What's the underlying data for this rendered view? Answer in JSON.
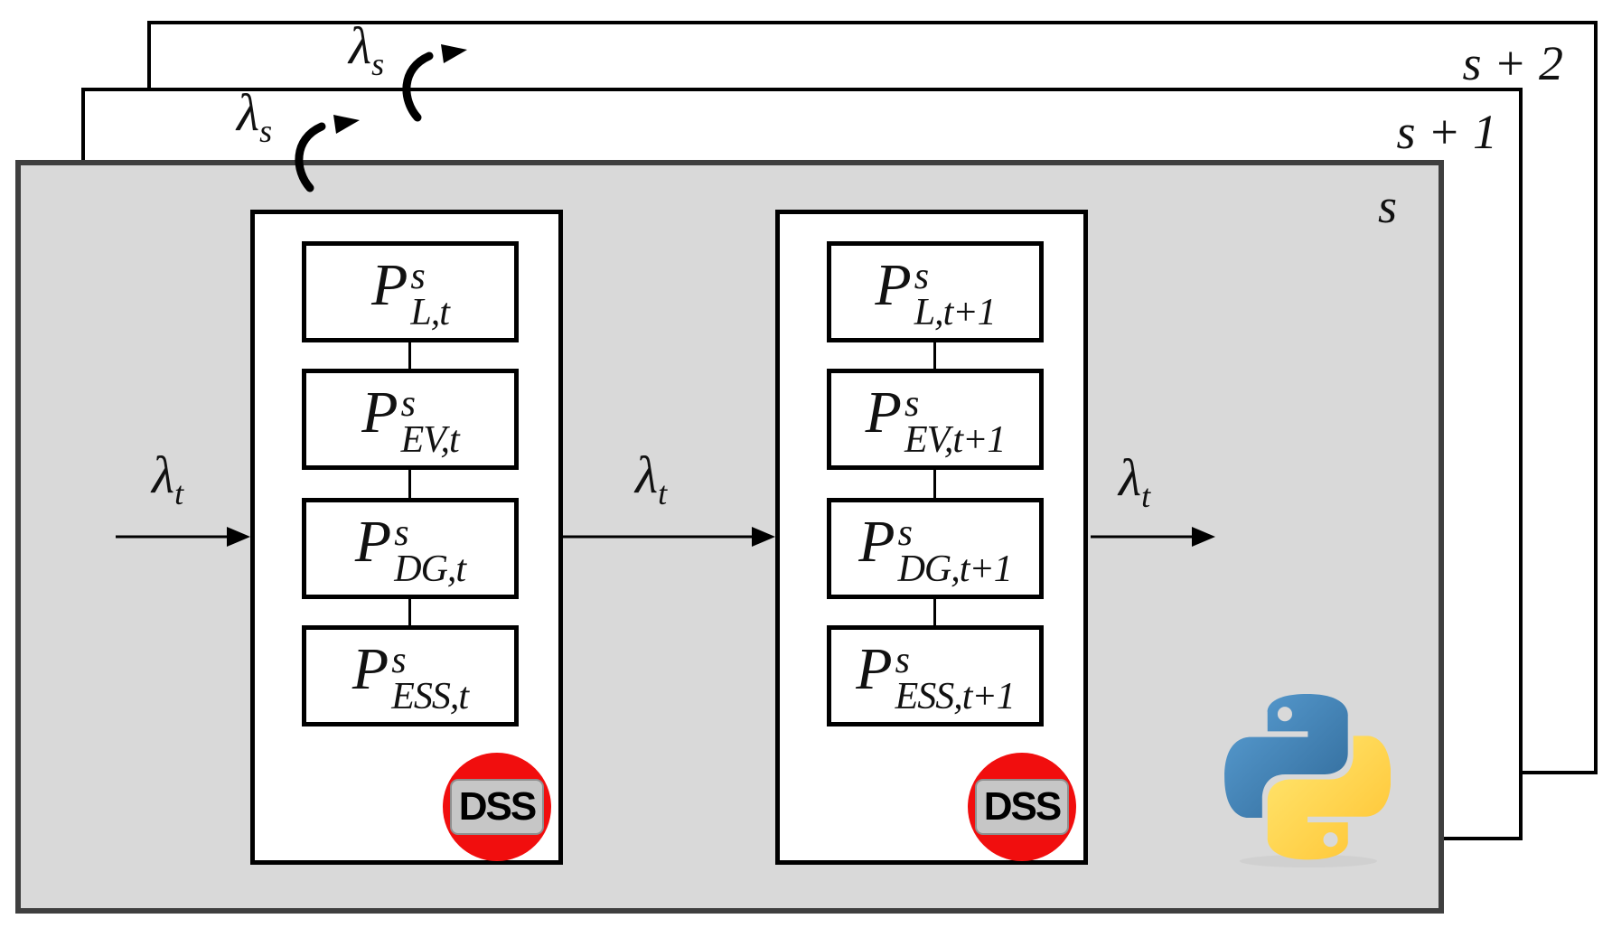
{
  "diagram": {
    "title_hint": "scenario-stacked dispatch simulation diagram",
    "layers": [
      {
        "id": "s2",
        "label": "s + 2"
      },
      {
        "id": "s1",
        "label": "s + 1"
      },
      {
        "id": "s",
        "label": "s"
      }
    ],
    "lambda_s": {
      "base": "λ",
      "sub": "s"
    },
    "lambda_t": {
      "base": "λ",
      "sub": "t"
    },
    "chains": [
      {
        "badge": "DSS",
        "blocks": [
          {
            "base": "P",
            "sup": "s",
            "sub": "L,t"
          },
          {
            "base": "P",
            "sup": "s",
            "sub": "EV,t"
          },
          {
            "base": "P",
            "sup": "s",
            "sub": "DG,t"
          },
          {
            "base": "P",
            "sup": "s",
            "sub": "ESS,t"
          }
        ]
      },
      {
        "badge": "DSS",
        "blocks": [
          {
            "base": "P",
            "sup": "s",
            "sub": "L,t+1"
          },
          {
            "base": "P",
            "sup": "s",
            "sub": "EV,t+1"
          },
          {
            "base": "P",
            "sup": "s",
            "sub": "DG,t+1"
          },
          {
            "base": "P",
            "sup": "s",
            "sub": "ESS,t+1"
          }
        ]
      }
    ],
    "icons": {
      "python": "python-logo",
      "dss": "dss-circle-badge",
      "scenario_loop": "curved-rotation-arrow"
    },
    "colors": {
      "panel_fill": "#d9d9d9",
      "panel_border": "#3f3f3f",
      "layer_fill": "#ffffff",
      "layer_border": "#000000",
      "dss_red": "#f10e0e",
      "dss_plate_gray": "#c6c6c6",
      "python_blue_light": "#5a9fd4",
      "python_blue_dark": "#306998",
      "python_yellow_light": "#ffe873",
      "python_yellow_dark": "#ffd43b"
    }
  }
}
